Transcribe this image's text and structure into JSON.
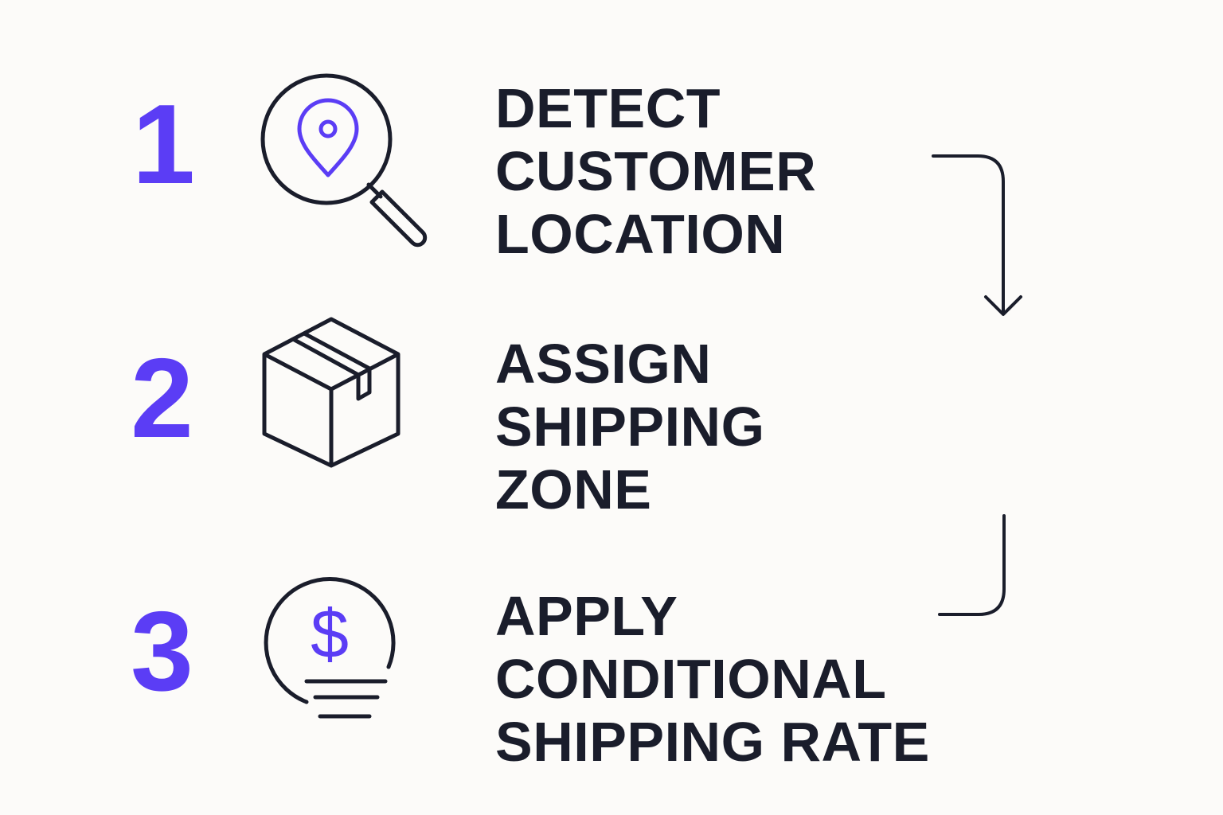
{
  "colors": {
    "background": "#FCFBF9",
    "accent": "#5B3DF5",
    "ink": "#1A1D2B"
  },
  "steps": [
    {
      "number": "1",
      "lines": [
        "DETECT",
        "CUSTOMER",
        "LOCATION"
      ],
      "icon": "magnifier-location-pin-icon"
    },
    {
      "number": "2",
      "lines": [
        "ASSIGN",
        "SHIPPING",
        "ZONE"
      ],
      "icon": "package-box-icon"
    },
    {
      "number": "3",
      "lines": [
        "APPLY",
        "CONDITIONAL",
        "SHIPPING RATE"
      ],
      "icon": "dollar-coin-icon"
    }
  ]
}
